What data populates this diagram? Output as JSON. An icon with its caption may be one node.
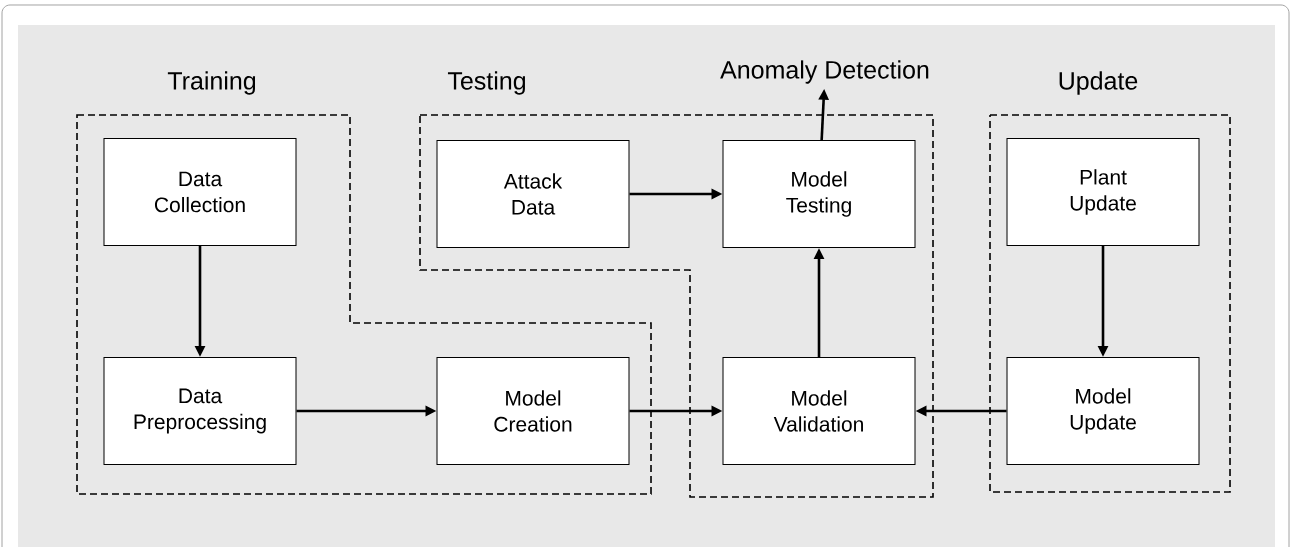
{
  "diagram": {
    "nodes": [
      {
        "text": [
          "Training"
        ]
      },
      {
        "text": [
          "Data Collection"
        ],
        "in": 0
      },
      {
        "text": [
          "Data Preprocessing"
        ],
        "in": 0
      },
      {
        "text": [
          "Model Creation"
        ],
        "in": 0
      },
      {
        "text": [
          "Testing"
        ]
      },
      {
        "text": [
          "Attack Data"
        ],
        "in": 4
      },
      {
        "text": [
          "Model Testing"
        ],
        "in": 4
      },
      {
        "text": [
          "Model Validation"
        ],
        "in": 4
      },
      {
        "text": [
          "Anomaly Detection"
        ]
      },
      {
        "text": [
          "Update"
        ]
      },
      {
        "text": [
          "Plant Update"
        ],
        "in": 9
      },
      {
        "text": [
          "Model Update"
        ],
        "in": 9
      }
    ],
    "edges": [
      {
        "from": 1,
        "to": 2,
        "arrow": "to"
      },
      {
        "from": 2,
        "to": 3,
        "arrow": "to"
      },
      {
        "from": 3,
        "to": 7,
        "arrow": "to"
      },
      {
        "from": 5,
        "to": 6,
        "arrow": "to"
      },
      {
        "from": 7,
        "to": 6,
        "arrow": "to"
      },
      {
        "from": 6,
        "to": 8,
        "arrow": "to"
      },
      {
        "from": 10,
        "to": 11,
        "arrow": "to"
      },
      {
        "from": 11,
        "to": 7,
        "arrow": "to"
      }
    ]
  }
}
